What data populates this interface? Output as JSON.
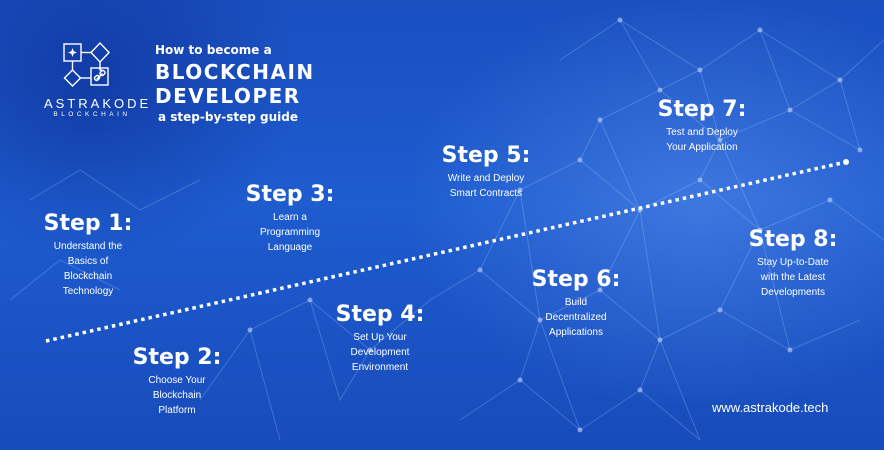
{
  "brand": {
    "name": "ASTRAKODE",
    "tagline": "BLOCKCHAIN"
  },
  "title": {
    "pre": "How to become a",
    "main_line1": "BLOCKCHAIN",
    "main_line2": "DEVELOPER",
    "sub": "a step-by-step guide"
  },
  "steps": [
    {
      "heading": "Step 1:",
      "text": "Understand the Basics of Blockchain Technology"
    },
    {
      "heading": "Step 2:",
      "text": "Choose Your Blockchain Platform"
    },
    {
      "heading": "Step 3:",
      "text": "Learn a Programming Language"
    },
    {
      "heading": "Step 4:",
      "text": "Set Up Your Development Environment"
    },
    {
      "heading": "Step 5:",
      "text": "Write and Deploy Smart Contracts"
    },
    {
      "heading": "Step 6:",
      "text": "Build Decentralized Applications"
    },
    {
      "heading": "Step 7:",
      "text": "Test and Deploy Your Application"
    },
    {
      "heading": "Step 8:",
      "text": "Stay Up-to-Date with the Latest Developments"
    }
  ],
  "footer": {
    "url": "www.astrakode.tech"
  },
  "colors": {
    "background": "#1e5ccf",
    "text": "#ffffff"
  }
}
